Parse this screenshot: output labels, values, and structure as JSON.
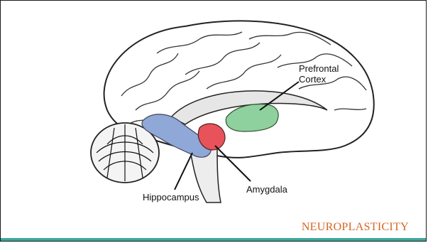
{
  "slide": {
    "title": "NEUROPLASTICITY",
    "title_color": "#d4651f",
    "accent_color": "#3ea89c"
  },
  "diagram": {
    "labels": {
      "prefrontal_line1": "Prefrontal",
      "prefrontal_line2": "Cortex",
      "amygdala": "Amygdala",
      "hippocampus": "Hippocampus"
    },
    "region_colors": {
      "prefrontal_cortex": "#8fd19e",
      "amygdala": "#e8525a",
      "hippocampus": "#8fa8d8"
    }
  }
}
